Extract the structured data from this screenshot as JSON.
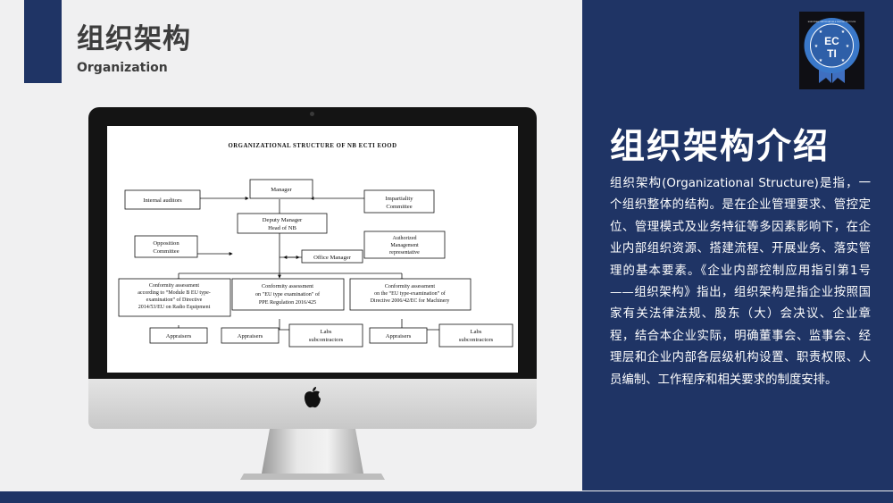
{
  "header": {
    "title_cn": "组织架构",
    "title_en": "Organization"
  },
  "logo": {
    "text_top": "EC",
    "text_bottom": "TI",
    "ring_text": "EUROPEAN CERTIFICATION & TESTING INSTITUTE"
  },
  "intro": {
    "title": "组织架构介绍",
    "body": "组织架构(Organizational Structure)是指，一个组织整体的结构。是在企业管理要求、管控定位、管理模式及业务特征等多因素影响下，在企业内部组织资源、搭建流程、开展业务、落实管理的基本要素。《企业内部控制应用指引第1号——组织架构》指出，组织架构是指企业按照国家有关法律法规、股东（大）会决议、企业章程，结合本企业实际，明确董事会、监事会、经理层和企业内部各层级机构设置、职责权限、人员编制、工作程序和相关要求的制度安排。"
  },
  "org_chart": {
    "title": "ORGANIZATIONAL STRUCTURE OF NB ECTI EOOD",
    "manager": "Manager",
    "internal_auditors": "Internal auditors",
    "impartiality_1": "Impartiality",
    "impartiality_2": "Committee",
    "deputy_1": "Deputy Manager",
    "deputy_2": "Head of NB",
    "opposition_1": "Opposition",
    "opposition_2": "Committee",
    "office_manager": "Office Manager",
    "authorized_1": "Authorized",
    "authorized_2": "Management",
    "authorized_3": "representative",
    "ca1_1": "Conformity assessment",
    "ca1_2": "according to “Module B EU type-",
    "ca1_3": "examination” of Directive",
    "ca1_4": "2014/53/EU on Radio Equipment",
    "ca2_1": "Conformity assessment",
    "ca2_2": "on \"EU type examination\" of",
    "ca2_3": "PPE Regulation 2016/425",
    "ca3_1": "Conformity assessment",
    "ca3_2": "on the “EU type-examination” of",
    "ca3_3": "Directive 2006/42/EC for Machinery",
    "appraisers": "Appraisers",
    "labs_1": "Labs",
    "labs_2": "subcontractors"
  }
}
